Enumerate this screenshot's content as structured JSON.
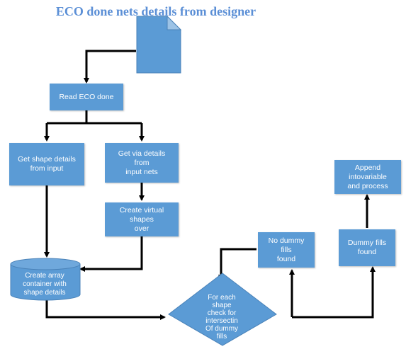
{
  "title": "ECO done nets details from designer",
  "nodes": {
    "read_eco": "Read ECO done",
    "get_shape": "Get shape details\nfrom input",
    "get_via": "Get via details\nfrom\ninput nets",
    "create_virtual": "Create virtual shapes\nover",
    "create_array": "Create array\ncontainer with\nshape details",
    "decision": "For each\nshape\ncheck for\nintersectin\nOf dummy\nfills",
    "no_dummy": "No dummy\nfills\nfound",
    "dummy_found": "Dummy fills\nfound",
    "append": "Append intovariable\nand process"
  },
  "colors": {
    "box": "#5b9bd5",
    "title": "#5b8fd6",
    "arrow": "#000000"
  }
}
